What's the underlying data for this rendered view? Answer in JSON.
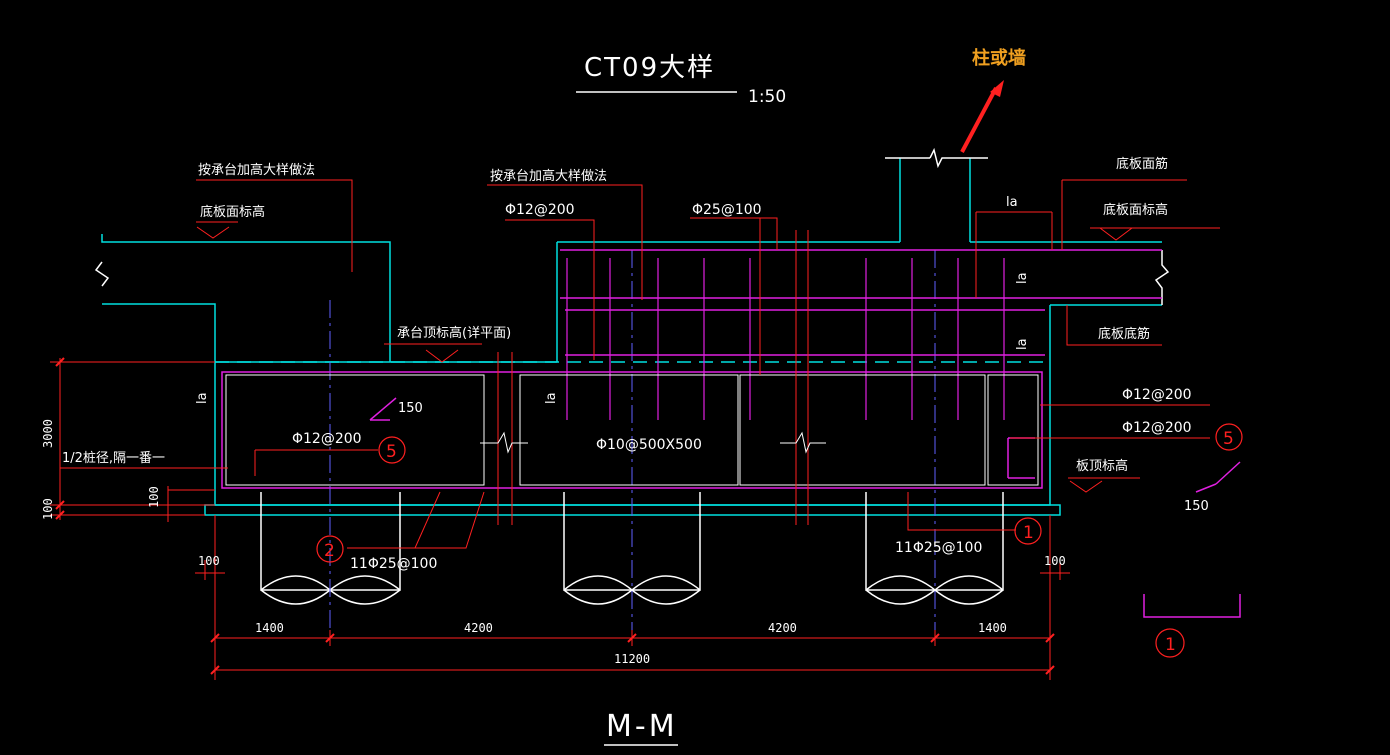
{
  "drawing": {
    "title": "CT09大样",
    "scale": "1:50",
    "section_label": "M-M",
    "callout": "柱或墙"
  },
  "annotations": {
    "left_top_note": "按承台加高大样做法",
    "left_floor_level": "底板面标高",
    "mid_top_note": "按承台加高大样做法",
    "right_floor_top_rebar": "底板面筋",
    "right_floor_level": "底板面标高",
    "right_floor_bottom_rebar": "底板底筋",
    "cap_top_level": "承台顶标高(详平面)",
    "half_pile": "1/2桩径,隔一番一",
    "slab_top_level": "板顶标高"
  },
  "rebar": {
    "phi12_200_top": "Φ12@200",
    "phi25_100_top": "Φ25@100",
    "phi12_200_left": "Φ12@200",
    "phi10_500": "Φ10@500X500",
    "phi12_200_r1": "Φ12@200",
    "phi12_200_r2": "Φ12@200",
    "bottom_left": "11Φ25@100",
    "bottom_right": "11Φ25@100"
  },
  "labels": {
    "la_left": "la",
    "la_mid": "la",
    "la_right_top": "la",
    "la_right_v1": "la",
    "la_right_v2": "la",
    "hook_150_left": "150",
    "hook_150_right": "150"
  },
  "markers": {
    "m5_left": "5",
    "m5_right": "5",
    "m2": "2",
    "m1_cap": "1",
    "m1_detail": "1"
  },
  "dimensions": {
    "d3000": "3000",
    "d100_a": "100",
    "d100_b": "100",
    "d100_left_bottom": "100",
    "d100_right_bottom": "100",
    "d1400_left": "1400",
    "d4200_a": "4200",
    "d4200_b": "4200",
    "d1400_right": "1400",
    "d11200": "11200"
  },
  "colors": {
    "background": "#000000",
    "structure": "#00e0e0",
    "rebar": "#e020e0",
    "dimension": "#ff2020",
    "outline": "#ffffff",
    "callout": "#f0a020"
  }
}
